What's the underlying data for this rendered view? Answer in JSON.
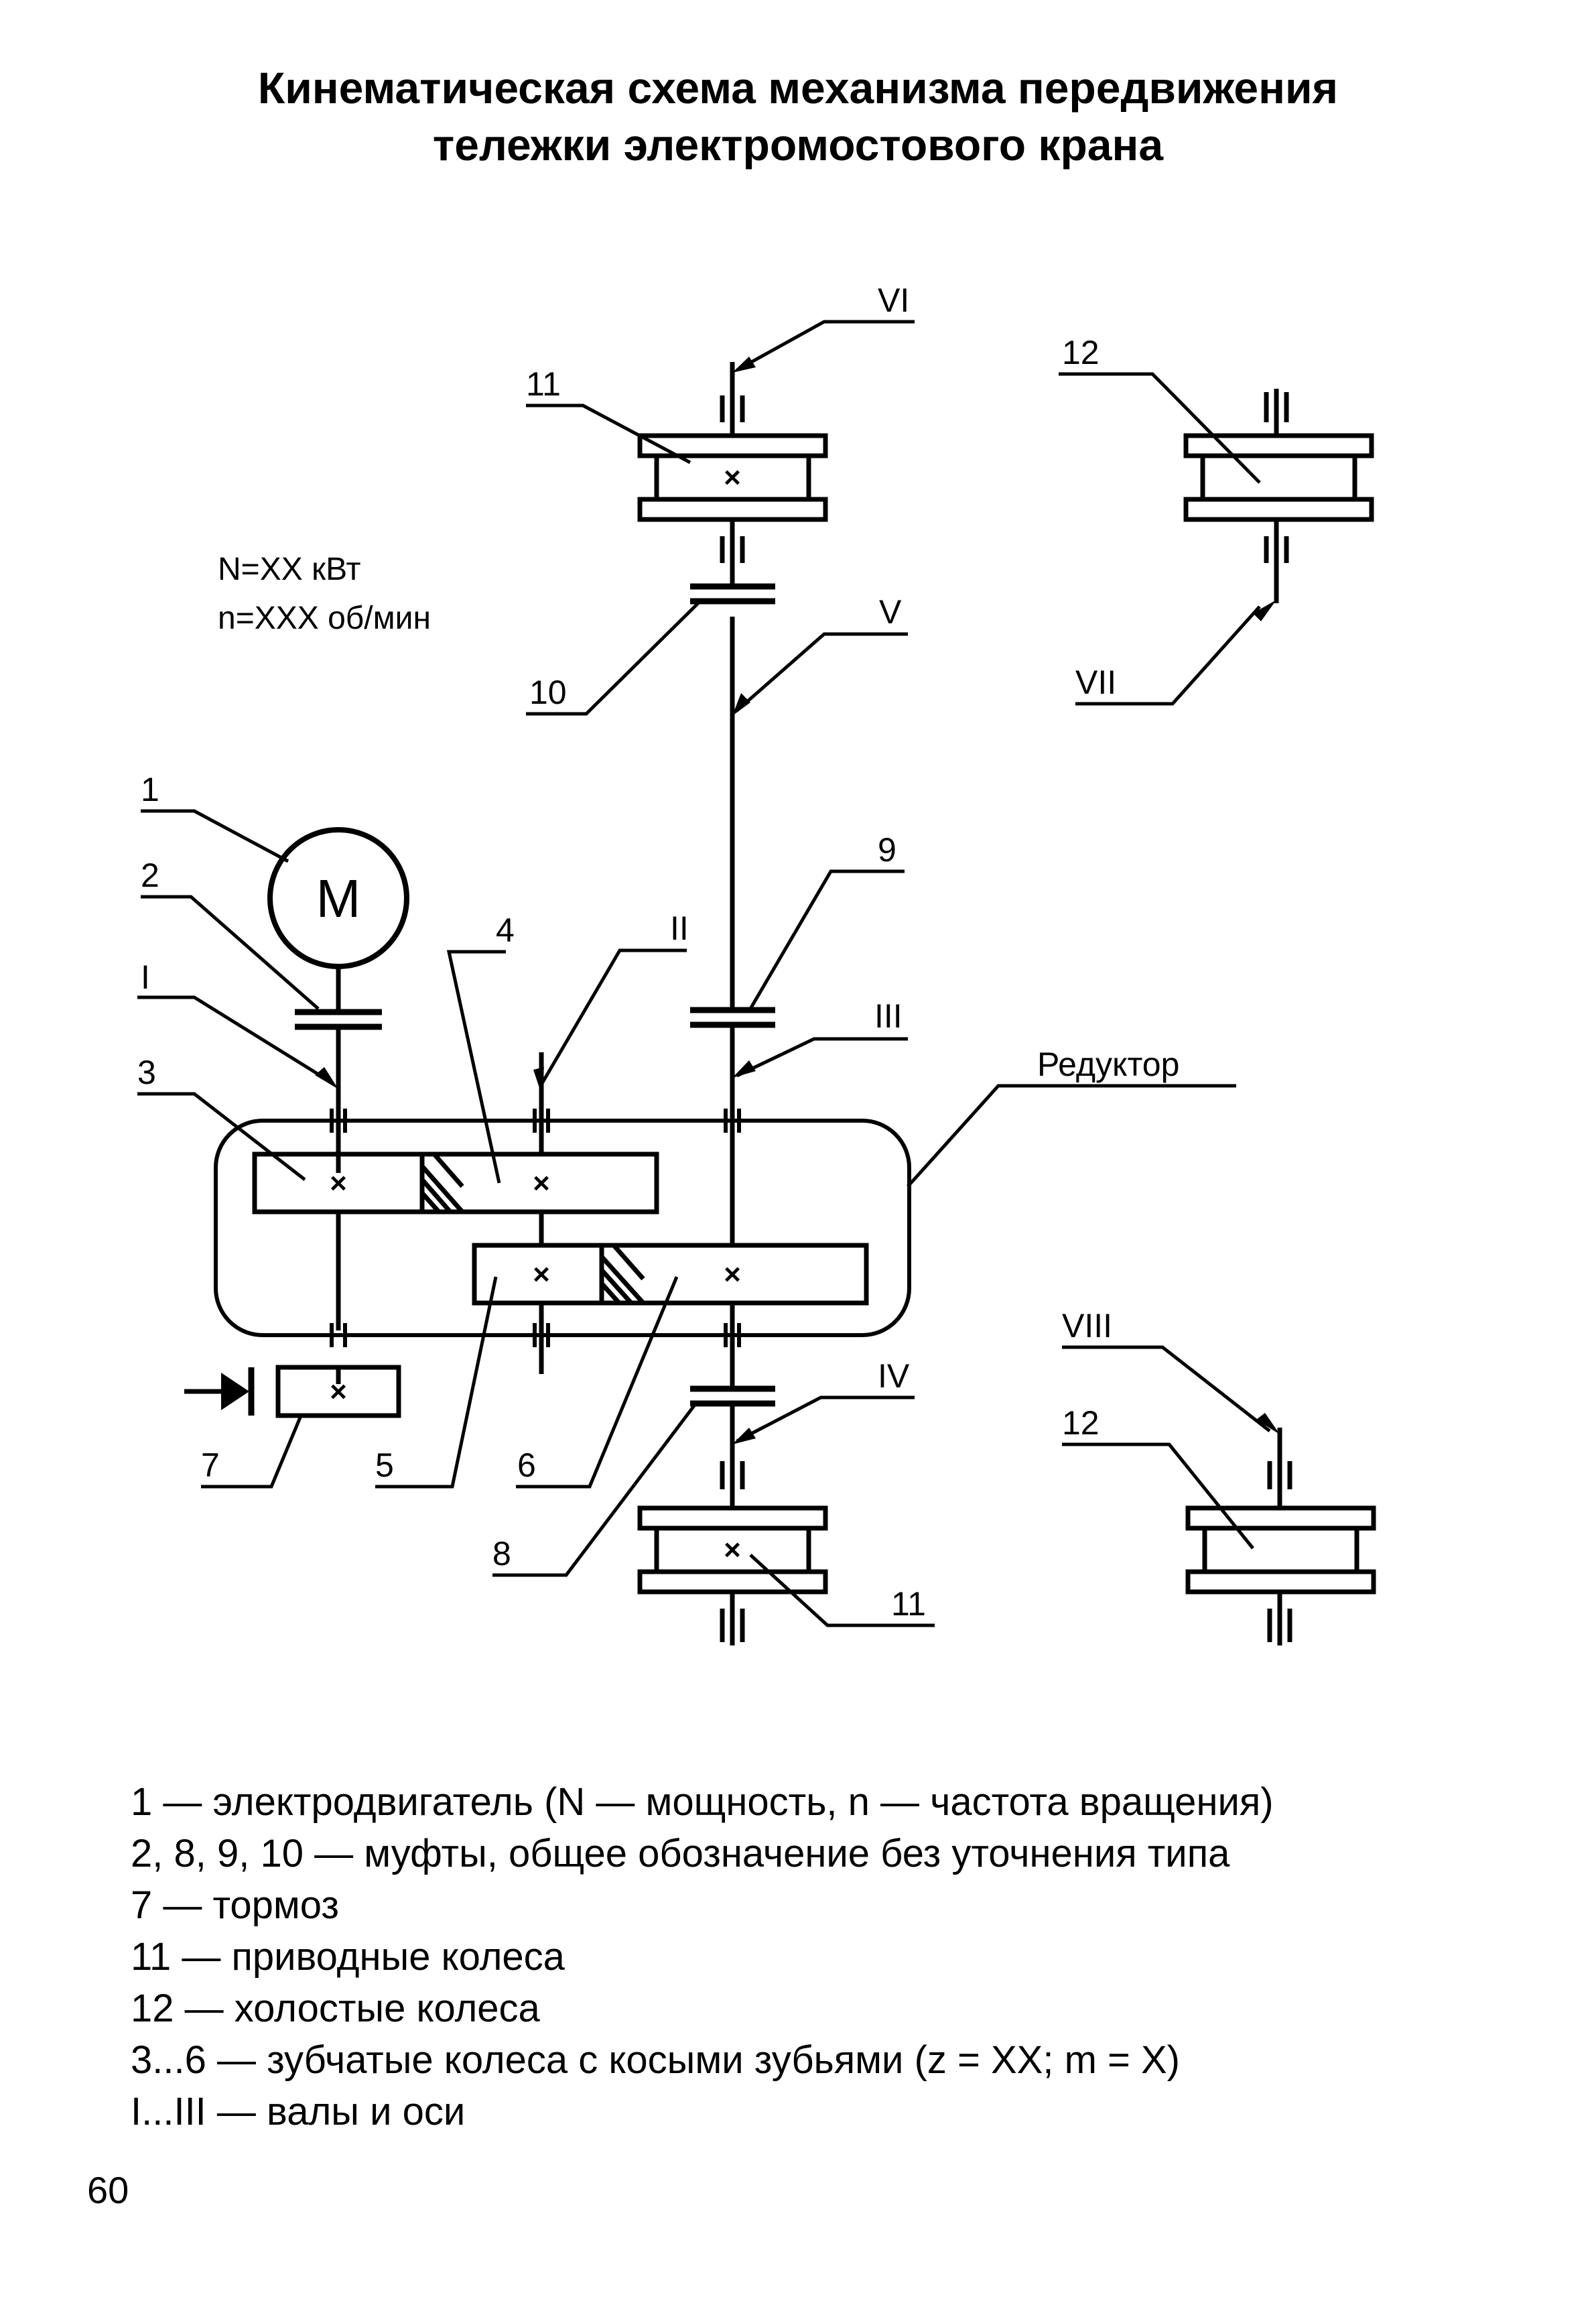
{
  "title": {
    "line1": "Кинематическая схема механизма передвижения",
    "line2": "тележки электромостового крана"
  },
  "motor": {
    "symbol": "M",
    "power": "N=XX кВт",
    "speed": "n=XXX об/мин"
  },
  "labels": {
    "n1": "1",
    "n2": "2",
    "n3": "3",
    "n4": "4",
    "n5": "5",
    "n6": "6",
    "n7": "7",
    "n8": "8",
    "n9": "9",
    "n10": "10",
    "n11_top": "11",
    "n11_bottom": "11",
    "n12_top": "12",
    "n12_bottom": "12",
    "shaft_I": "I",
    "shaft_II": "II",
    "shaft_III": "III",
    "shaft_IV": "IV",
    "shaft_V": "V",
    "shaft_VI": "VI",
    "shaft_VII": "VII",
    "shaft_VIII": "VIII",
    "gearbox": "Редуктор"
  },
  "gear_mark": "×",
  "legend": [
    "1 —  электродвигатель (N — мощность, n — частота вращения)",
    "2, 8, 9, 10 — муфты, общее обозначение без уточнения типа",
    "7 — тормоз",
    "11 — приводные колеса",
    "12 — холостые колеса",
    "3...6 — зубчатые колеса с косыми зубьями (z = XX; m = X)",
    "I...III — валы и  оси"
  ],
  "page_number": "60"
}
